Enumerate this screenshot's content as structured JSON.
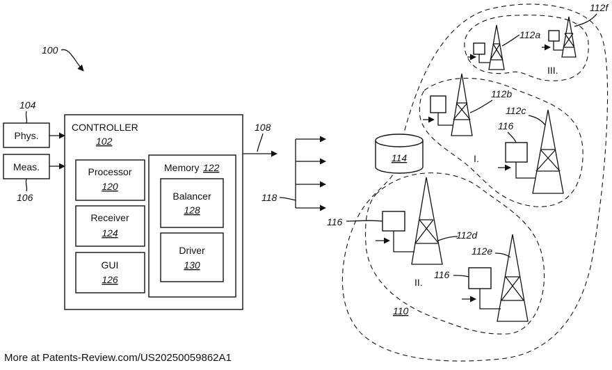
{
  "figure": {
    "ref_system": "100",
    "ref_link": "108",
    "ref_arrows": "118",
    "ref_network": "110",
    "inputs": [
      {
        "label": "Phys.",
        "ref": "104"
      },
      {
        "label": "Meas.",
        "ref": "106"
      }
    ],
    "controller": {
      "title": "CONTROLLER",
      "ref": "102",
      "modules": [
        {
          "label": "Processor",
          "ref": "120"
        },
        {
          "label": "Receiver",
          "ref": "124"
        },
        {
          "label": "GUI",
          "ref": "126"
        }
      ],
      "memory": {
        "label": "Memory",
        "ref": "122",
        "modules": [
          {
            "label": "Balancer",
            "ref": "128"
          },
          {
            "label": "Driver",
            "ref": "130"
          }
        ]
      }
    },
    "storage": {
      "ref": "114"
    },
    "towers": [
      "112a",
      "112b",
      "112c",
      "112d",
      "112e",
      "112f"
    ],
    "device_ref": "116",
    "clusters": [
      "I.",
      "II.",
      "III."
    ]
  },
  "footer": "More at Patents-Review.com/US20250059862A1"
}
